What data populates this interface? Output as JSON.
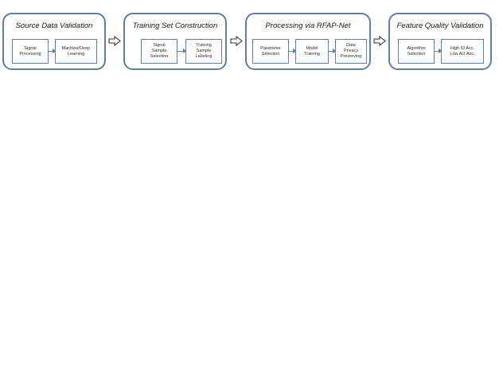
{
  "stages": [
    {
      "title": "Source Data Validation",
      "steps": [
        "Signal\nProcessing",
        "Machine/Deep\nLearning"
      ]
    },
    {
      "title": "Training Set Construction",
      "steps": [
        "Signal\nSample\nSelection",
        "Training\nSample\nLabeling"
      ]
    },
    {
      "title": "Processing via RFAP-Net",
      "steps": [
        "Parameter\nSelection",
        "Model\nTraining",
        "Data\nPrivacy\nPreserving"
      ]
    },
    {
      "title": "Feature Quality Validation",
      "steps": [
        "Algorithm\nSelection",
        "High ID Acc.\nLow Act Acc."
      ]
    }
  ],
  "colors": {
    "border": "#5b7fa8",
    "text": "#1a1a1a"
  }
}
